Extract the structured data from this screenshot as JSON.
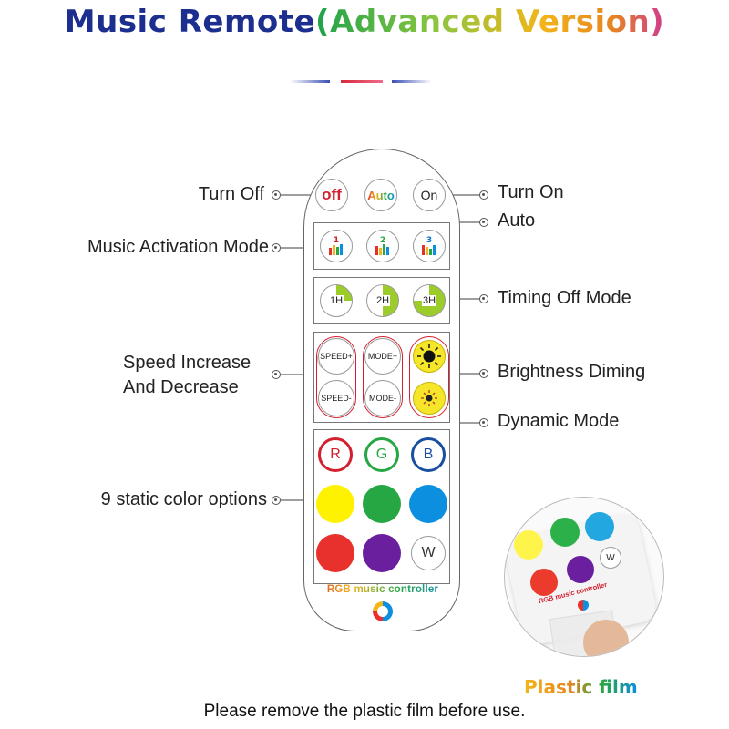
{
  "header": {
    "title_part1": "Music Remote",
    "title_part2": "(Advanced Version)"
  },
  "remote": {
    "row_power": [
      "off",
      "Auto",
      "On"
    ],
    "timers": [
      "1H",
      "2H",
      "3H"
    ],
    "speed_up": "SPEED+",
    "speed_down": "SPEED-",
    "mode_up": "MODE+",
    "mode_down": "MODE-",
    "rgb": [
      "R",
      "G",
      "B"
    ],
    "white": "W",
    "brand_text": "RGB music controller"
  },
  "labels": {
    "turn_off": "Turn Off",
    "music_mode": "Music Activation Mode",
    "speed_line1": "Speed Increase",
    "speed_line2": "And Decrease",
    "static_colors": "9 static color options",
    "turn_on": "Turn On",
    "auto": "Auto",
    "timing_off": "Timing Off Mode",
    "brightness": "Brightness Diming",
    "dynamic": "Dynamic Mode"
  },
  "inset": {
    "label": "Plastic film",
    "small_text": "RGB music controller",
    "white": "W"
  },
  "footer": {
    "note": "Please remove the plastic film before use."
  },
  "colors": {
    "title_blue": "#1c2f8f",
    "off_red": "#d2202f",
    "yellow": "#fff200",
    "green": "#27a744",
    "blue": "#0d8fe0",
    "red": "#e8302c",
    "purple": "#6a1f9e",
    "timer_green": "#9ccc2a"
  }
}
